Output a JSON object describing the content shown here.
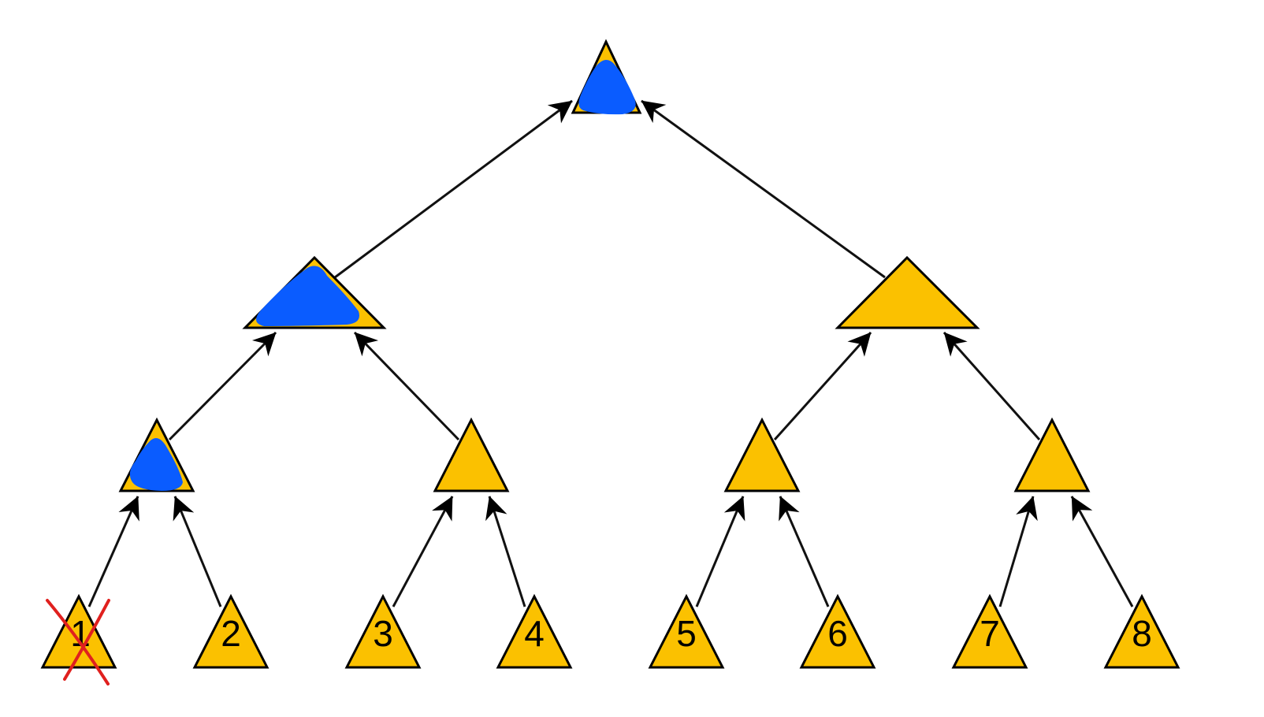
{
  "leaves": [
    {
      "label": "1",
      "crossed_out": true
    },
    {
      "label": "2"
    },
    {
      "label": "3"
    },
    {
      "label": "4"
    },
    {
      "label": "5"
    },
    {
      "label": "6"
    },
    {
      "label": "7"
    },
    {
      "label": "8"
    }
  ],
  "colors": {
    "node_fill": "#FBC100",
    "highlight": "#0A5CFF",
    "cross": "#E0201E",
    "edge": "#111111"
  },
  "highlighted_nodes": [
    "root",
    "level2-left",
    "level3-1"
  ]
}
